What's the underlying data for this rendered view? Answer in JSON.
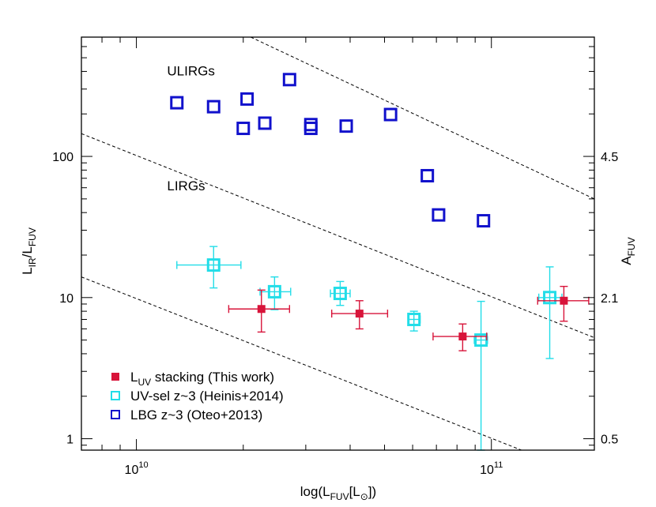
{
  "chart_data": {
    "type": "scatter",
    "title": "",
    "xlabel": {
      "main": "log(L",
      "sub": "FUV",
      "mid": "[L",
      "sym": "⊙",
      "end": "])"
    },
    "ylabel": {
      "main": "L",
      "sub1": "IR",
      "slash": "/L",
      "sub2": "FUV"
    },
    "y2label": {
      "main": "A",
      "sub": "FUV"
    },
    "x_scale": "log",
    "y_scale": "log",
    "xlim": [
      7000000000.0,
      195000000000.0
    ],
    "ylim": [
      0.83,
      700
    ],
    "x_ticks": [
      {
        "value": 10000000000.0,
        "base": "10",
        "exp": "10"
      },
      {
        "value": 100000000000.0,
        "base": "10",
        "exp": "11"
      }
    ],
    "y_ticks": [
      {
        "value": 1,
        "label": "1"
      },
      {
        "value": 10,
        "label": "10"
      },
      {
        "value": 100,
        "label": "100"
      }
    ],
    "y2_ticks": [
      {
        "value": 1,
        "label": "0.5"
      },
      {
        "value": 10,
        "label": "2.1"
      },
      {
        "value": 100,
        "label": "4.5"
      }
    ],
    "grid": false,
    "legend_position": "bottom-left",
    "region_labels": [
      {
        "text": "ULIRGs",
        "x": 12200000000.0,
        "y": 405
      },
      {
        "text": "LIRGs",
        "x": 12200000000.0,
        "y": 62
      }
    ],
    "guide_lines": [
      {
        "x": [
          7000000000.0,
          195000000000.0
        ],
        "y": [
          14.0,
          0.52
        ]
      },
      {
        "x": [
          7000000000.0,
          195000000000.0
        ],
        "y": [
          145,
          5.2
        ]
      },
      {
        "x": [
          21000000000.0,
          195000000000.0
        ],
        "y": [
          700,
          50
        ]
      }
    ],
    "series": [
      {
        "name": "LBG z~3 (Oteo+2013)",
        "marker": "open-square",
        "color": "#1111cc",
        "points": [
          {
            "x": 13000000000.0,
            "y": 240
          },
          {
            "x": 16500000000.0,
            "y": 225
          },
          {
            "x": 20500000000.0,
            "y": 255
          },
          {
            "x": 27000000000.0,
            "y": 350
          },
          {
            "x": 20000000000.0,
            "y": 158
          },
          {
            "x": 23000000000.0,
            "y": 172
          },
          {
            "x": 31000000000.0,
            "y": 168
          },
          {
            "x": 31000000000.0,
            "y": 158
          },
          {
            "x": 39000000000.0,
            "y": 164
          },
          {
            "x": 52000000000.0,
            "y": 198
          },
          {
            "x": 66000000000.0,
            "y": 73
          },
          {
            "x": 71000000000.0,
            "y": 38.5
          },
          {
            "x": 95000000000.0,
            "y": 35
          }
        ]
      },
      {
        "name": "UV-sel z~3 (Heinis+2014)",
        "marker": "open-square-errorbars",
        "color": "#22dde8",
        "points": [
          {
            "x": 16500000000.0,
            "y": 17.0,
            "xerr": [
              13000000000.0,
              19700000000.0
            ],
            "yerr": [
              11.7,
              23.0
            ]
          },
          {
            "x": 24500000000.0,
            "y": 11.0,
            "xerr": [
              22300000000.0,
              27200000000.0
            ],
            "yerr": [
              8.2,
              14.0
            ]
          },
          {
            "x": 37500000000.0,
            "y": 10.7,
            "xerr": [
              35200000000.0,
              40000000000.0
            ],
            "yerr": [
              8.8,
              13.0
            ]
          },
          {
            "x": 60500000000.0,
            "y": 7.0,
            "xerr": [
              58500000000.0,
              63000000000.0
            ],
            "yerr": [
              5.8,
              8.0
            ]
          },
          {
            "x": 93500000000.0,
            "y": 5.0,
            "xerr": [
              89500000000.0,
              97500000000.0
            ],
            "yerr": [
              0.83,
              9.4
            ]
          },
          {
            "x": 146000000000.0,
            "y": 10.0,
            "xerr": [
              136000000000.0,
              158000000000.0
            ],
            "yerr": [
              3.7,
              16.5
            ]
          }
        ]
      },
      {
        "name": "L_UV stacking (This work)",
        "marker": "filled-square-errorbars",
        "color": "#d8143a",
        "points": [
          {
            "x": 22500000000.0,
            "y": 8.3,
            "xerr": [
              18200000000.0,
              27000000000.0
            ],
            "yerr": [
              5.7,
              11.3
            ]
          },
          {
            "x": 42500000000.0,
            "y": 7.7,
            "xerr": [
              35500000000.0,
              51000000000.0
            ],
            "yerr": [
              6.0,
              9.5
            ]
          },
          {
            "x": 83000000000.0,
            "y": 5.3,
            "xerr": [
              68500000000.0,
              97000000000.0
            ],
            "yerr": [
              4.2,
              6.5
            ]
          },
          {
            "x": 160000000000.0,
            "y": 9.5,
            "xerr": [
              135000000000.0,
              188000000000.0
            ],
            "yerr": [
              6.8,
              12.0
            ]
          }
        ]
      }
    ],
    "legend": [
      {
        "label": "L",
        "sub": "UV",
        "rest": " stacking (This work)",
        "color": "#d8143a",
        "marker": "filled"
      },
      {
        "label": "UV-sel z~3 (Heinis+2014)",
        "sub": "",
        "rest": "",
        "color": "#22dde8",
        "marker": "open"
      },
      {
        "label": "LBG z~3 (Oteo+2013)",
        "sub": "",
        "rest": "",
        "color": "#1111cc",
        "marker": "open"
      }
    ]
  }
}
